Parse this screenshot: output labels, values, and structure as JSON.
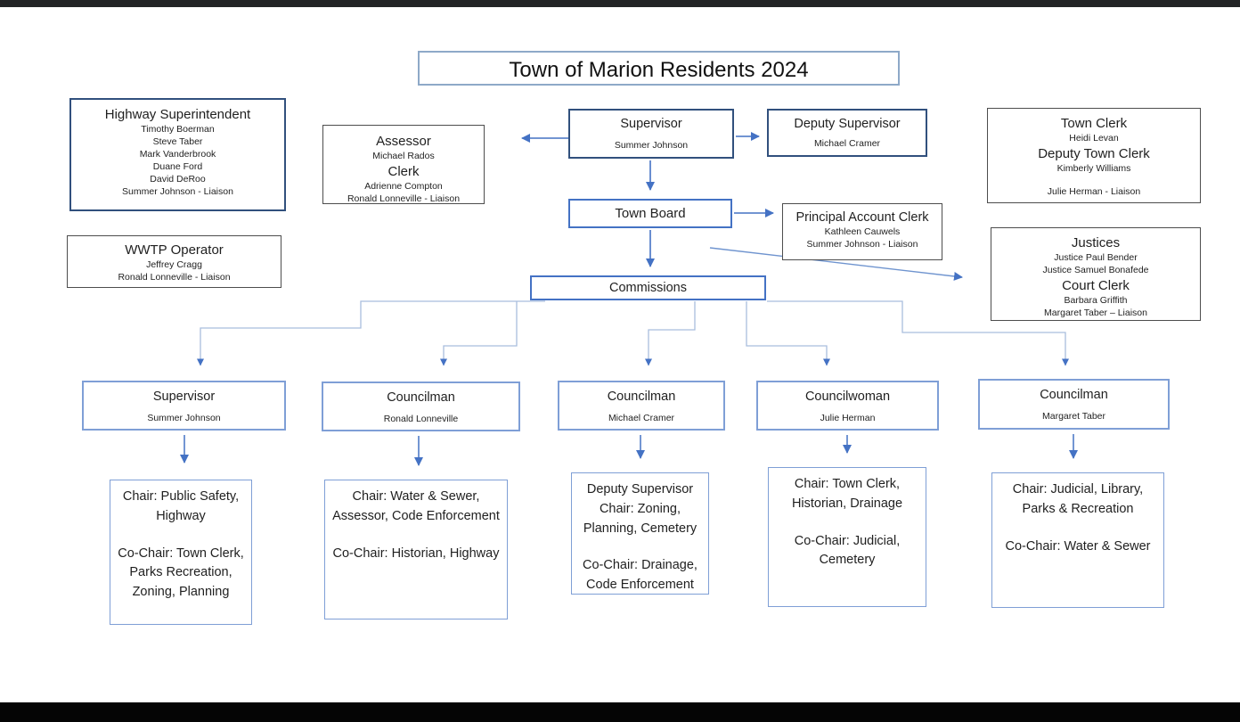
{
  "title": "Town of Marion Residents 2024",
  "offices": {
    "highway_superintendent": {
      "title": "Highway Superintendent",
      "members": [
        "Timothy Boerman",
        "Steve Taber",
        "Mark Vanderbrook",
        "Duane Ford",
        "David DeRoo",
        "Summer Johnson - Liaison"
      ]
    },
    "assessor": {
      "title": "Assessor",
      "name": "Michael Rados",
      "subtitle": "Clerk",
      "clerk_name": "Adrienne Compton",
      "liaison": "Ronald Lonneville - Liaison"
    },
    "supervisor": {
      "title": "Supervisor",
      "name": "Summer Johnson"
    },
    "deputy_supervisor": {
      "title": "Deputy Supervisor",
      "name": "Michael Cramer"
    },
    "town_clerk": {
      "title": "Town Clerk",
      "name": "Heidi Levan",
      "subtitle": "Deputy Town Clerk",
      "deputy_name": "Kimberly Williams",
      "liaison": "Julie Herman - Liaison"
    },
    "wwtp_operator": {
      "title": "WWTP Operator",
      "name": "Jeffrey Cragg",
      "liaison": "Ronald Lonneville - Liaison"
    },
    "town_board": {
      "title": "Town Board"
    },
    "principal_account_clerk": {
      "title": "Principal Account Clerk",
      "name": "Kathleen Cauwels",
      "liaison": "Summer Johnson - Liaison"
    },
    "justices": {
      "title": "Justices",
      "members": [
        "Justice Paul Bender",
        "Justice Samuel Bonafede"
      ],
      "subtitle": "Court Clerk",
      "clerk_name": "Barbara Griffith",
      "liaison": "Margaret Taber – Liaison"
    },
    "commissions": {
      "title": "Commissions"
    }
  },
  "council_row": [
    {
      "title": "Supervisor",
      "name": "Summer Johnson"
    },
    {
      "title": "Councilman",
      "name": "Ronald Lonneville"
    },
    {
      "title": "Councilman",
      "name": "Michael Cramer"
    },
    {
      "title": "Councilwoman",
      "name": "Julie Herman"
    },
    {
      "title": "Councilman",
      "name": "Margaret Taber"
    }
  ],
  "chair_boxes": [
    {
      "chair": "Chair: Public Safety, Highway",
      "cochair": "Co-Chair: Town Clerk, Parks Recreation, Zoning, Planning"
    },
    {
      "chair": "Chair: Water & Sewer, Assessor, Code Enforcement",
      "cochair": "Co-Chair: Historian, Highway"
    },
    {
      "chair": "Deputy Supervisor Chair: Zoning, Planning, Cemetery",
      "cochair": "Co-Chair: Drainage, Code Enforcement"
    },
    {
      "chair": "Chair: Town Clerk, Historian, Drainage",
      "cochair": "Co-Chair: Judicial, Cemetery"
    },
    {
      "chair": "Chair: Judicial, Library, Parks & Recreation",
      "cochair": "Co-Chair: Water & Sewer"
    }
  ],
  "colors": {
    "border_navy": "#31507d",
    "border_gray": "#4d4d4d",
    "border_blue": "#4472c4",
    "border_light_blue": "#7f9fd6",
    "connector_blue": "#4472c4",
    "connector_light": "#a9bedd",
    "connector_diagonal": "#6f94cf"
  }
}
